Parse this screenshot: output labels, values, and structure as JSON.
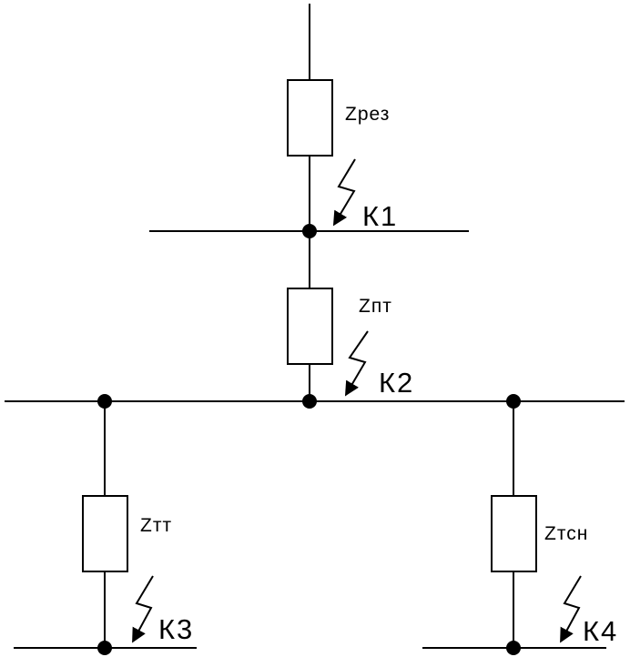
{
  "impedances": {
    "z_rez": "Zрез",
    "z_pt": "Zпт",
    "z_tt": "Zтт",
    "z_tsn": "Zтсн"
  },
  "fault_points": {
    "k1": "К1",
    "k2": "К2",
    "k3": "К3",
    "k4": "К4"
  },
  "colors": {
    "line": "#000000",
    "background": "#ffffff"
  }
}
